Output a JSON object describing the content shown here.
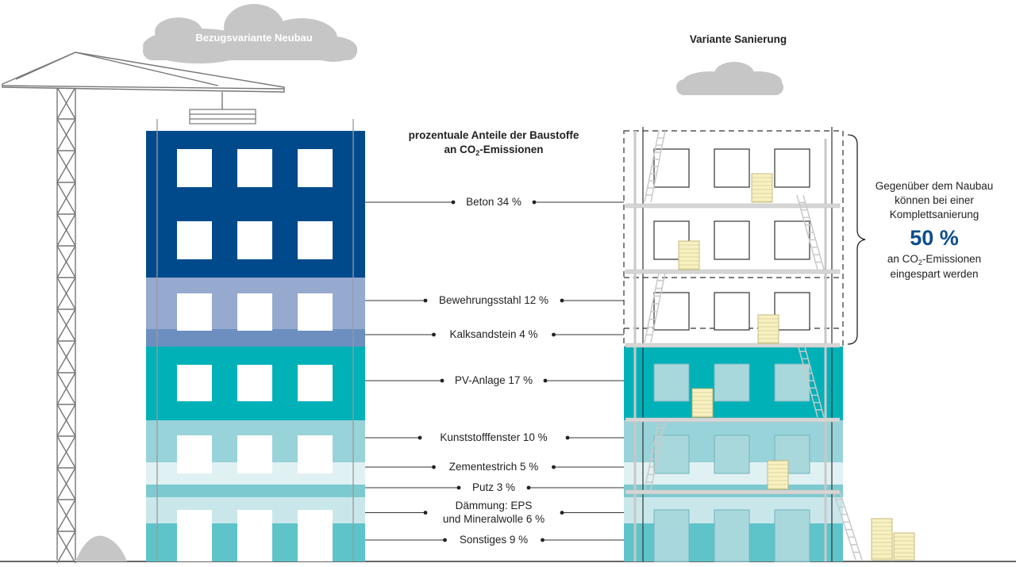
{
  "new_build": {
    "title": "Bezugsvariante Neubau"
  },
  "renovation": {
    "title": "Variante Sanierung"
  },
  "center_title": {
    "line1": "prozentuale Anteile der Baustoffe",
    "line2_prefix": "an CO",
    "line2_sub": "2",
    "line2_suffix": "-Emissionen"
  },
  "materials": [
    {
      "label": "Beton 34 %",
      "color": "#004a8c"
    },
    {
      "label": "Bewehrungsstahl 12 %",
      "color": "#96a9cf"
    },
    {
      "label": "Kalksandstein 4 %",
      "color": "#6c8fc0"
    },
    {
      "label": "PV-Anlage 17 %",
      "color": "#00b1b8"
    },
    {
      "label": "Kunststofffenster 10 %",
      "color": "#98d3d9"
    },
    {
      "label": "Zementestrich 5 %",
      "color": "#e0f1f3"
    },
    {
      "label": "Putz 3 %",
      "color": "#7ccacf"
    },
    {
      "label": "Dämmung: EPS",
      "label2": "und Mineralwolle 6 %",
      "color": "#c9e7eb"
    },
    {
      "label": "Sonstiges 9 %",
      "color": "#5ec4ca"
    }
  ],
  "savings": {
    "line1": "Gegenüber dem Naubau",
    "line2": "können bei einer",
    "line3": "Komplettsanierung",
    "value": "50 %",
    "line5_prefix": "an CO",
    "line5_sub": "2",
    "line5_suffix": "-Emissionen",
    "line6": "eingespart werden"
  },
  "colors": {
    "cloud": "#c6c6c6",
    "crane": "#777777",
    "ground": "#333333",
    "accent_blue": "#0a4d8c",
    "crate": "#f7f0c1"
  }
}
